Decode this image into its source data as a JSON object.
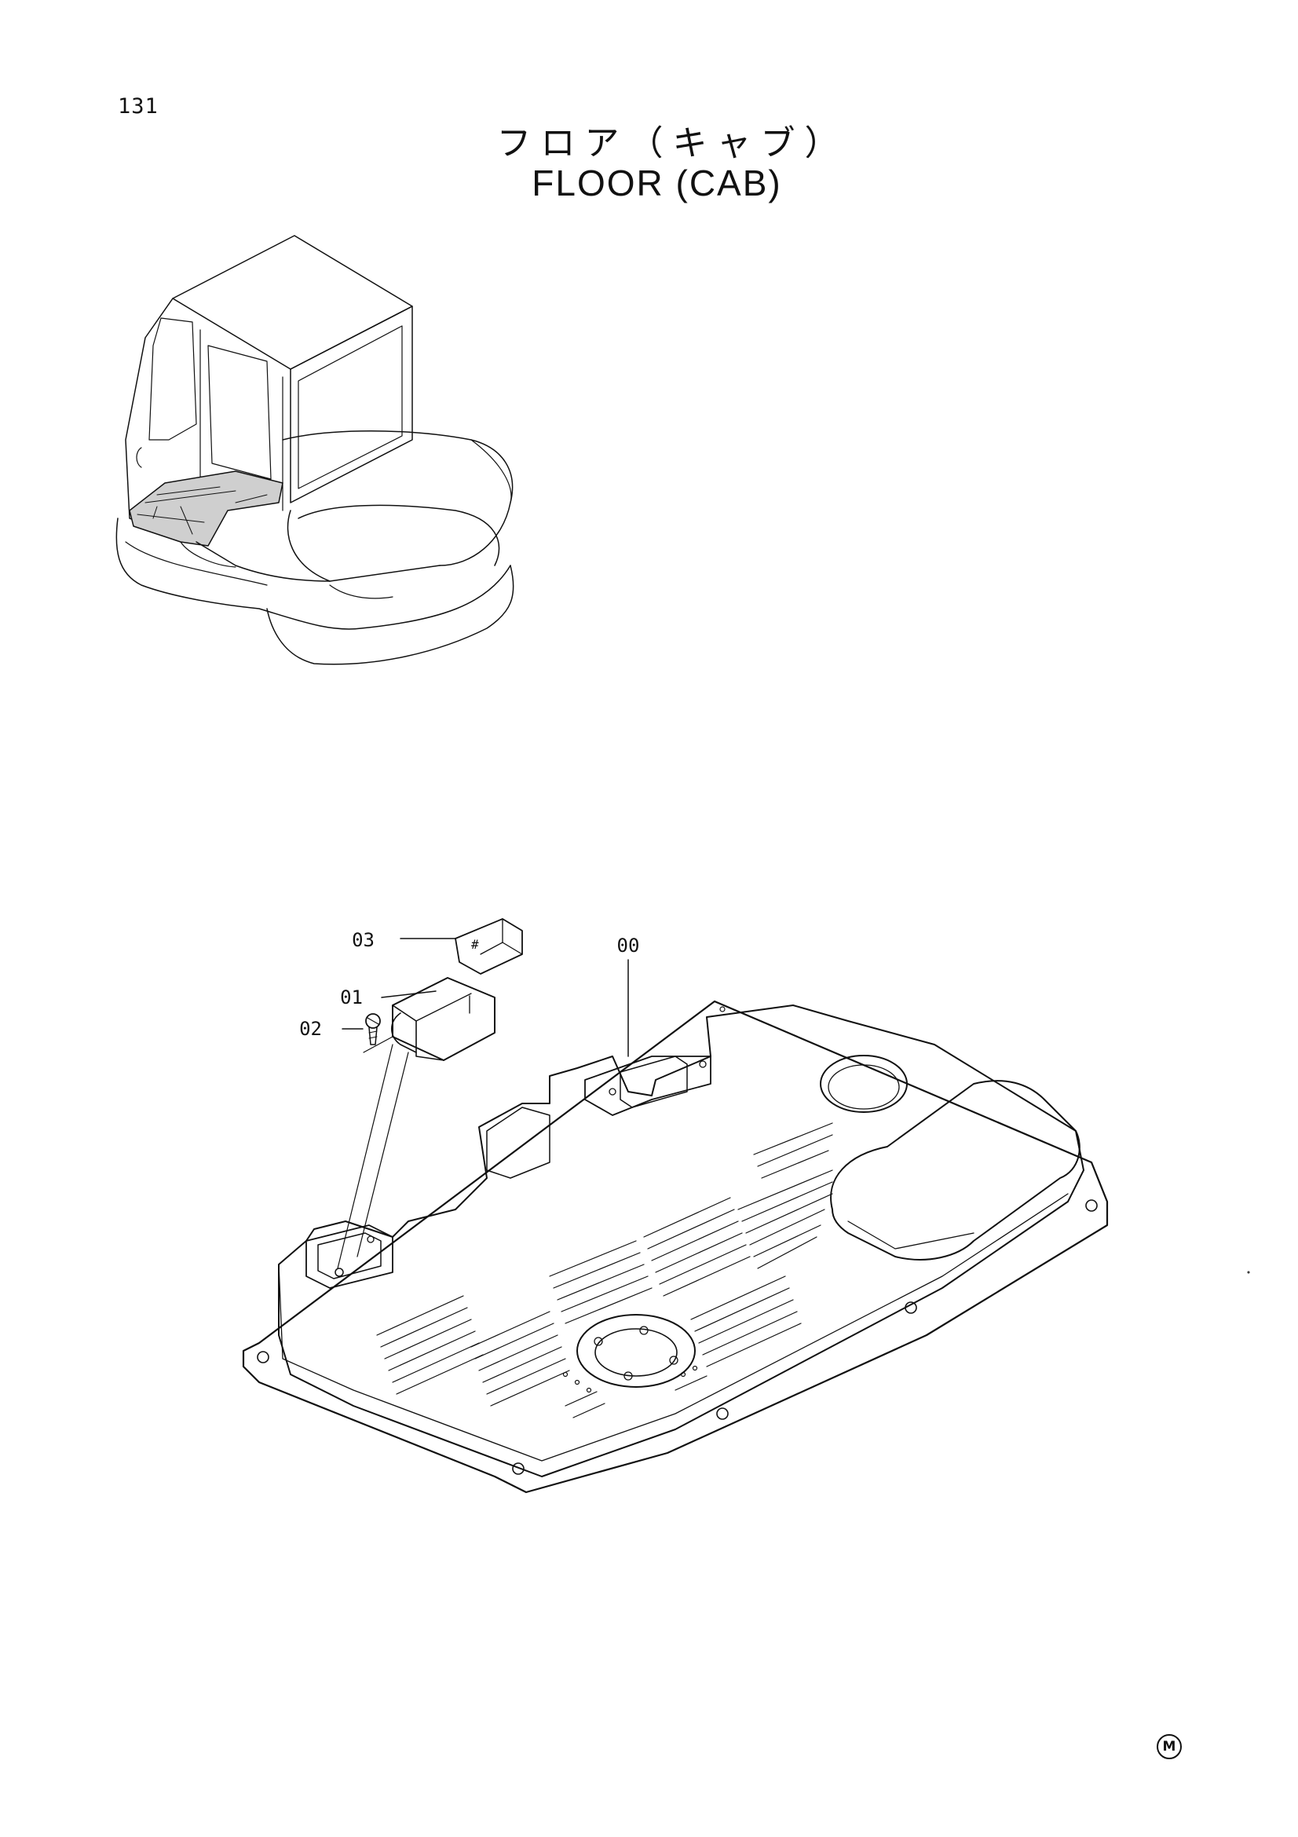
{
  "page": {
    "number": "131",
    "title_jp": "フロア（キャブ）",
    "title_en": "FLOOR (CAB)",
    "manufacturer_mark": "M"
  },
  "callouts": [
    {
      "id": "00",
      "label": "00"
    },
    {
      "id": "01",
      "label": "01"
    },
    {
      "id": "02",
      "label": "02"
    },
    {
      "id": "03",
      "label": "03"
    }
  ]
}
